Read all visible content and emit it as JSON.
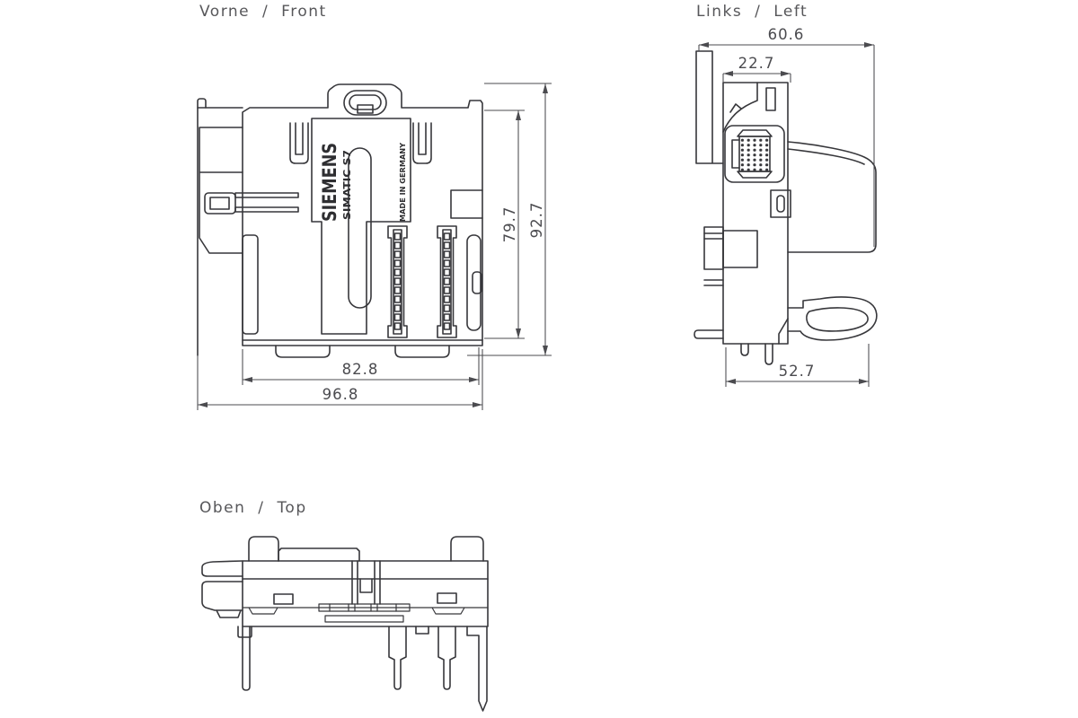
{
  "labels": {
    "front": "Vorne / Front",
    "left": "Links / Left",
    "top": "Oben / Top"
  },
  "front_view": {
    "brand": "SIEMENS",
    "product": "SIMATIC S7",
    "origin": "MADE IN GERMANY",
    "dim_inner_height": "79.7",
    "dim_outer_height": "92.7",
    "dim_inner_width": "82.8",
    "dim_outer_width": "96.8"
  },
  "left_view": {
    "dim_total_depth": "60.6",
    "dim_front_depth": "22.7",
    "dim_body_depth": "52.7"
  },
  "colors": {
    "line": "#37373b",
    "dimension": "#4b4b4f",
    "label": "#57575a",
    "background": "#ffffff"
  }
}
